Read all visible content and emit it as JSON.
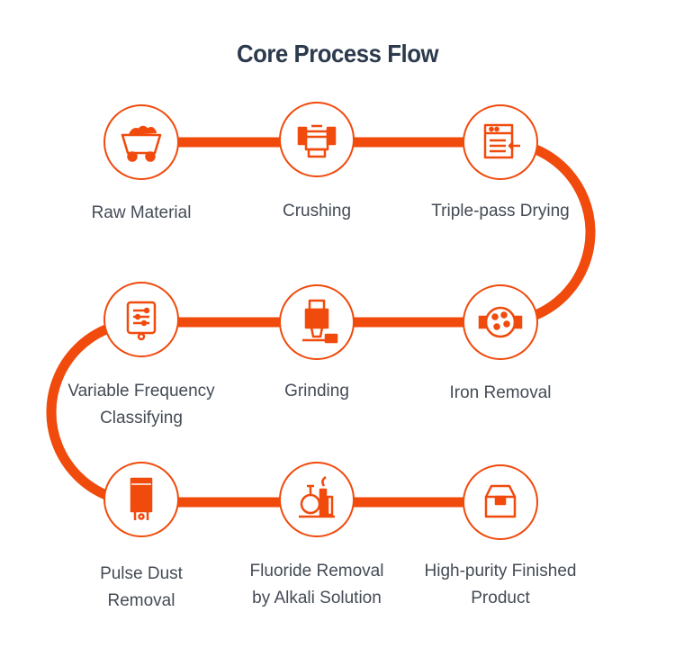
{
  "title": "Core Process Flow",
  "colors": {
    "accent": "#f04a0c",
    "circle_fill": "#ffffff",
    "text": "#444b55",
    "title": "#2c3a4d"
  },
  "steps": [
    {
      "icon": "mine-cart-icon",
      "label_lines": [
        "Raw Material"
      ]
    },
    {
      "icon": "crusher-icon",
      "label_lines": [
        "Crushing"
      ]
    },
    {
      "icon": "dryer-icon",
      "label_lines": [
        "Triple-pass Drying"
      ]
    },
    {
      "icon": "magnetic-separator-icon",
      "label_lines": [
        "Iron Removal"
      ]
    },
    {
      "icon": "grinding-mill-icon",
      "label_lines": [
        "Grinding"
      ]
    },
    {
      "icon": "classifier-icon",
      "label_lines": [
        "Variable Frequency",
        "Classifying"
      ]
    },
    {
      "icon": "dust-collector-icon",
      "label_lines": [
        "Pulse Dust",
        "Removal"
      ]
    },
    {
      "icon": "chemical-plant-icon",
      "label_lines": [
        "Fluoride Removal",
        "by Alkali Solution"
      ]
    },
    {
      "icon": "product-box-icon",
      "label_lines": [
        "High-purity Finished",
        "Product"
      ]
    }
  ]
}
